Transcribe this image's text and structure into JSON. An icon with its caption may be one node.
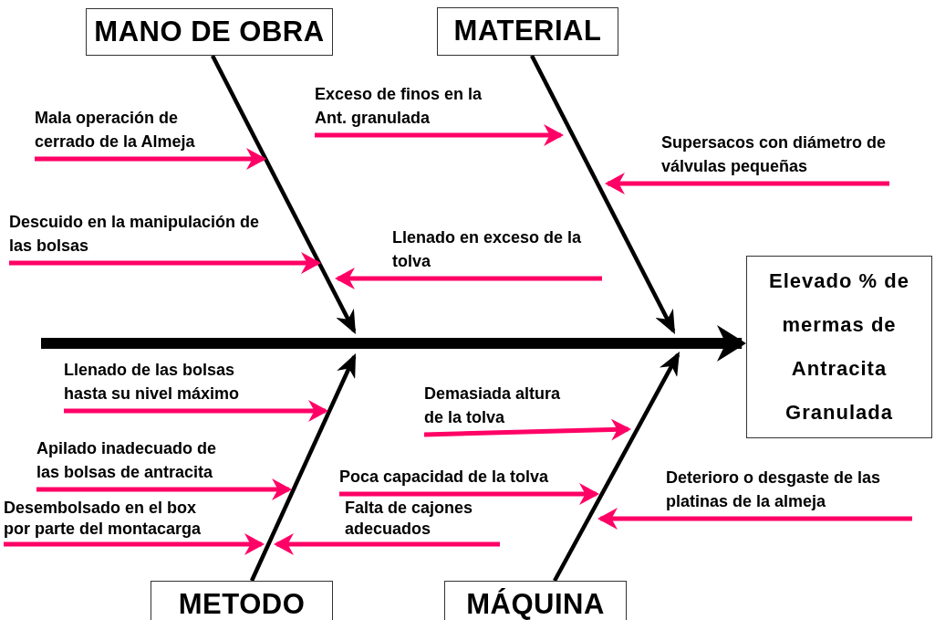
{
  "diagram": {
    "nodes": [
      {
        "text": [
          "MANO DE OBRA"
        ]
      },
      {
        "text": [
          "MATERIAL"
        ]
      },
      {
        "text": [
          "Mala operación de cerrado de la Almeja"
        ]
      },
      {
        "text": [
          "Exceso de finos en la Ant. granulada"
        ]
      },
      {
        "text": [
          "Supersacos con diámetro de válvulas pequeñas"
        ]
      },
      {
        "text": [
          "Descuido  en la manipulación de las bolsas"
        ]
      },
      {
        "text": [
          "Llenado en exceso de la tolva"
        ]
      },
      {
        "text": [
          "Elevado % de mermas de Antracita Granulada"
        ]
      },
      {
        "text": [
          "Llenado de las bolsas hasta su nivel máximo"
        ]
      },
      {
        "text": [
          "Demasiada altura de la tolva"
        ]
      },
      {
        "text": [
          "Apilado inadecuado de las bolsas de antracita"
        ]
      },
      {
        "text": [
          "Poca capacidad de la tolva"
        ]
      },
      {
        "text": [
          "Deterioro o desgaste de las platinas de la almeja"
        ]
      },
      {
        "text": [
          "Desembolsado  en el box por parte del montacarga"
        ]
      },
      {
        "text": [
          "Falta de cajones adecuados"
        ]
      },
      {
        "text": [
          "METODO"
        ]
      },
      {
        "text": [
          "MÁQUINA"
        ]
      }
    ],
    "edges": [
      {
        "from": null,
        "to": 7,
        "arrow": "to",
        "style": "thick",
        "color": "#000000"
      },
      {
        "from": 0,
        "to": null,
        "arrow": "to",
        "color": "#000000"
      },
      {
        "from": 1,
        "to": null,
        "arrow": "to",
        "color": "#000000"
      },
      {
        "from": 15,
        "to": null,
        "arrow": "to",
        "color": "#000000"
      },
      {
        "from": 16,
        "to": null,
        "arrow": "to",
        "color": "#000000"
      },
      {
        "from": 2,
        "to": null,
        "arrow": "to"
      },
      {
        "from": 3,
        "to": null,
        "arrow": "to"
      },
      {
        "from": 4,
        "to": null,
        "arrow": "to"
      },
      {
        "from": 5,
        "to": null,
        "arrow": "to"
      },
      {
        "from": 6,
        "to": null,
        "arrow": "to"
      },
      {
        "from": 8,
        "to": null,
        "arrow": "to"
      },
      {
        "from": 9,
        "to": null,
        "arrow": "to"
      },
      {
        "from": 10,
        "to": null,
        "arrow": "to"
      },
      {
        "from": 11,
        "to": null,
        "arrow": "to"
      },
      {
        "from": 12,
        "to": null,
        "arrow": "to"
      },
      {
        "from": 13,
        "to": null,
        "arrow": "to"
      },
      {
        "from": 14,
        "to": null,
        "arrow": "to"
      }
    ]
  }
}
